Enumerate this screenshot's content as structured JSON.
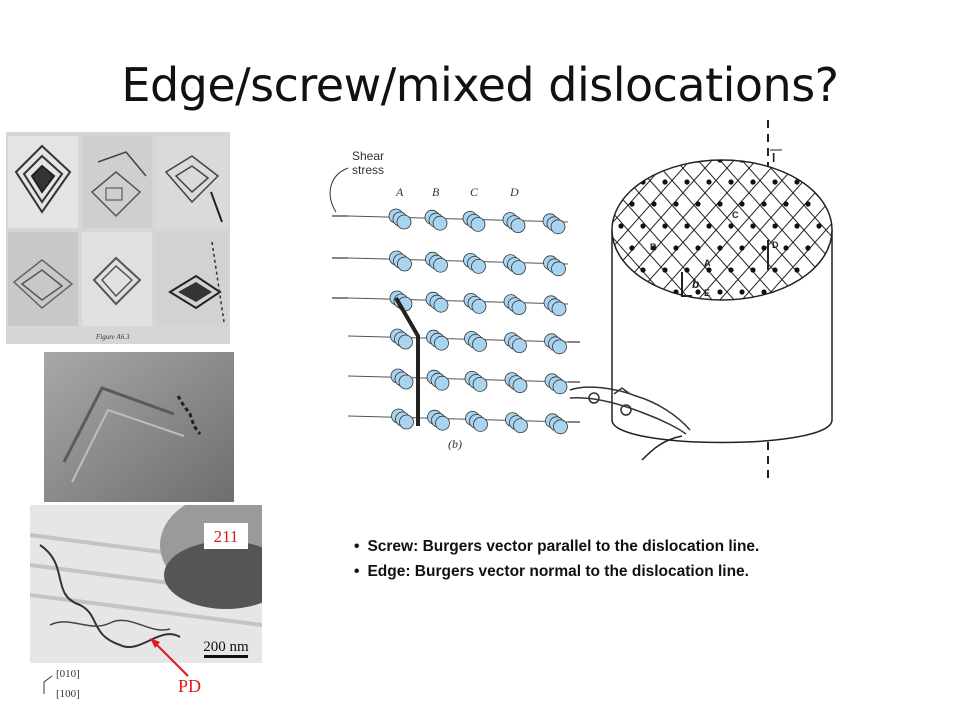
{
  "title": "Edge/screw/mixed dislocations?",
  "bullets": [
    "Screw: Burgers vector parallel to the dislocation line.",
    "Edge: Burgers vector normal to the dislocation line."
  ],
  "lattice_figure": {
    "shear_label_line1": "Shear",
    "shear_label_line2": "stress",
    "col_a": "A",
    "col_b": "B",
    "col_c": "C",
    "col_d": "D",
    "caption": "(b)"
  },
  "cylinder_figure": {
    "label_l": "l",
    "label_a": "A",
    "label_b": "B",
    "label_c": "C",
    "label_d": "D",
    "label_e": "E",
    "label_burgers": "b"
  },
  "tem_211": {
    "zone_label": "211",
    "scale_label": "200 nm",
    "defect_label": "PD",
    "dir_1": "[010]",
    "dir_2": "[100]"
  },
  "micrograph_grid": {
    "caption": "Figure A6.3"
  }
}
